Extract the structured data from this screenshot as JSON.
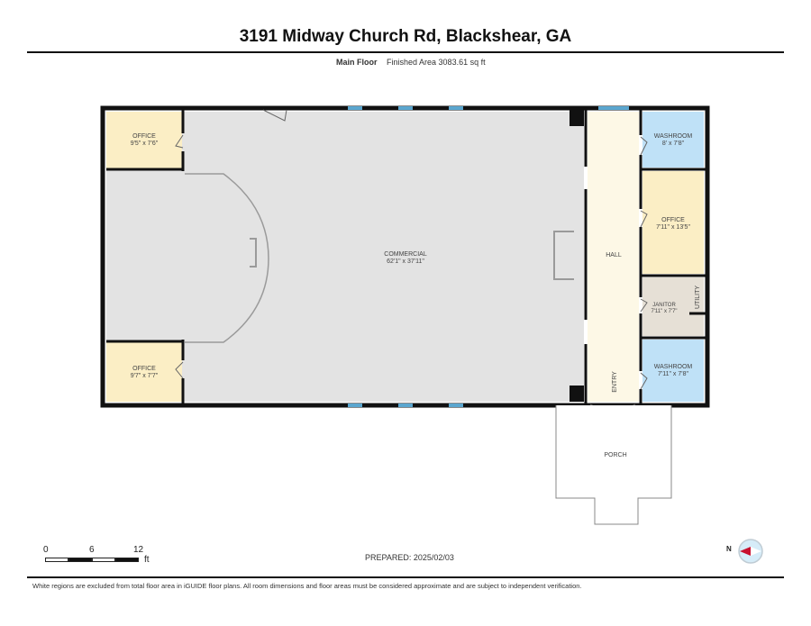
{
  "header": {
    "title": "3191 Midway Church Rd, Blackshear, GA",
    "floor_name": "Main Floor",
    "finished_area": "Finished Area 3083.61 sq ft"
  },
  "rooms": [
    {
      "name": "OFFICE",
      "dims": "9'5\" x 7'6\"",
      "color": "#fbeec5"
    },
    {
      "name": "OFFICE",
      "dims": "9'7\" x 7'7\"",
      "color": "#fbeec5"
    },
    {
      "name": "COMMERCIAL",
      "dims": "62'1\" x 37'11\"",
      "color": "#e3e3e3"
    },
    {
      "name": "HALL",
      "dims": "",
      "color": "#fdf8e6"
    },
    {
      "name": "ENTRY",
      "dims": "",
      "color": "#fdf8e6"
    },
    {
      "name": "WASHROOM",
      "dims": "8' x 7'8\"",
      "color": "#bfe1f7"
    },
    {
      "name": "OFFICE",
      "dims": "7'11\" x 13'5\"",
      "color": "#fbeec5"
    },
    {
      "name": "JANITOR",
      "dims": "7'11\" x 7'7\"",
      "color": "#e6e0d6"
    },
    {
      "name": "UTILITY",
      "dims": "",
      "color": "#e6e0d6"
    },
    {
      "name": "WASHROOM",
      "dims": "7'11\" x 7'8\"",
      "color": "#bfe1f7"
    },
    {
      "name": "PORCH",
      "dims": "",
      "color": "#ffffff"
    }
  ],
  "scale_bar": {
    "ticks": [
      "0",
      "6",
      "12"
    ],
    "unit": "ft"
  },
  "prepared": "PREPARED: 2025/02/03",
  "compass": {
    "label": "N"
  },
  "footer": {
    "disclaimer": "White regions are excluded from total floor area in iGUIDE floor plans. All room dimensions and floor areas must be considered approximate and are subject to independent verification."
  },
  "colors": {
    "wall": "#111111",
    "window": "#5aa6cf",
    "compass_arrow": "#c8102e"
  }
}
